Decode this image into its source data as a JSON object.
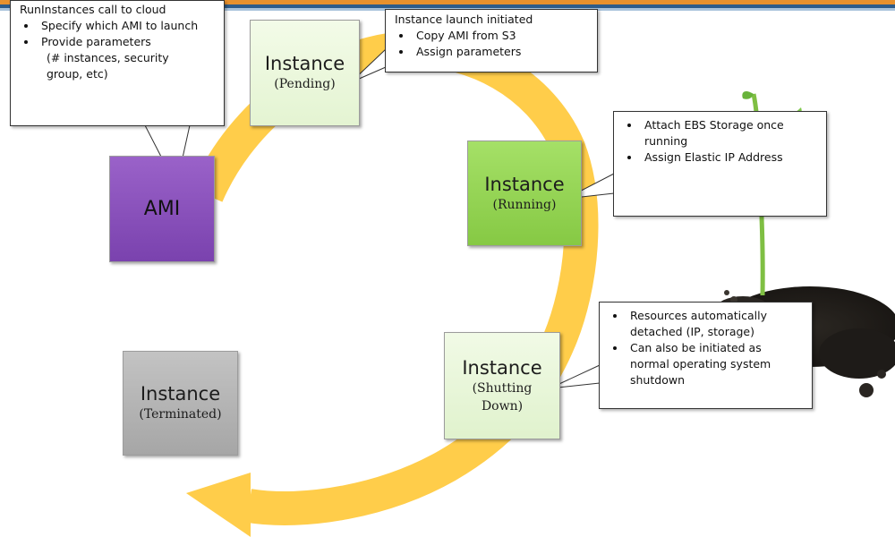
{
  "ami": {
    "label": "AMI"
  },
  "states": {
    "pending": {
      "title": "Instance",
      "status": "(Pending)"
    },
    "running": {
      "title": "Instance",
      "status": "(Running)"
    },
    "shutting_down": {
      "title": "Instance",
      "status_line1": "(Shutting",
      "status_line2": "Down)"
    },
    "terminated": {
      "title": "Instance",
      "status": "(Terminated)"
    }
  },
  "callouts": {
    "ami": {
      "heading": "RunInstances call to cloud",
      "items": [
        "Specify which AMI to launch",
        "Provide parameters",
        "(# instances, security",
        "group, etc)"
      ]
    },
    "pending": {
      "heading": "Instance launch initiated",
      "items": [
        "Copy AMI from S3",
        "Assign parameters"
      ]
    },
    "running": {
      "items": [
        "Attach EBS Storage once running",
        "Assign Elastic IP Address"
      ]
    },
    "shutdown": {
      "items": [
        "Resources automatically detached (IP, storage)",
        "Can also be initiated as normal operating system shutdown"
      ]
    }
  },
  "colors": {
    "cycle_arrow": "#ffcd4a",
    "ami": "#8a52bd",
    "running": "#95d455",
    "pending": "#eaf7dc",
    "terminated": "#b4b4b4",
    "top_bar_orange": "#e8912d",
    "top_bar_blue": "#2e5c8a"
  }
}
